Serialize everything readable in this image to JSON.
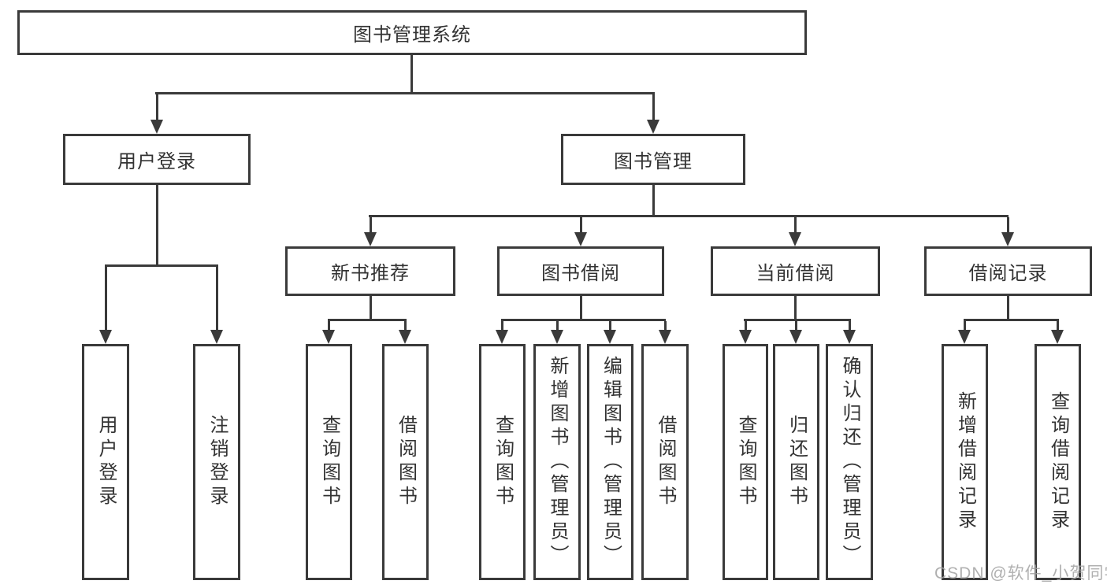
{
  "diagram_title": "图书管理系统",
  "nodes": {
    "root": {
      "label": "图书管理系统"
    },
    "level2": [
      {
        "id": "user-login",
        "label": "用户登录"
      },
      {
        "id": "book-management",
        "label": "图书管理"
      }
    ],
    "level3": [
      {
        "id": "new-book-recommend",
        "label": "新书推荐",
        "parent": "图书管理"
      },
      {
        "id": "book-borrowing",
        "label": "图书借阅",
        "parent": "图书管理"
      },
      {
        "id": "current-borrowing",
        "label": "当前借阅",
        "parent": "图书管理"
      },
      {
        "id": "borrowing-records",
        "label": "借阅记录",
        "parent": "图书管理"
      }
    ],
    "leaves": [
      {
        "id": "leaf-user-login",
        "label": "用户登录",
        "parent": "用户登录"
      },
      {
        "id": "leaf-logout",
        "label": "注销登录",
        "parent": "用户登录"
      },
      {
        "id": "leaf-query-books-recommend",
        "label": "查询图书",
        "parent": "新书推荐"
      },
      {
        "id": "leaf-borrow-books-recommend",
        "label": "借阅图书",
        "parent": "新书推荐"
      },
      {
        "id": "leaf-query-books-borrowing",
        "label": "查询图书",
        "parent": "图书借阅"
      },
      {
        "id": "leaf-add-books-admin",
        "label": "新增图书（管理员）",
        "parent": "图书借阅"
      },
      {
        "id": "leaf-edit-books-admin",
        "label": "编辑图书（管理员）",
        "parent": "图书借阅"
      },
      {
        "id": "leaf-borrow-books-borrowing",
        "label": "借阅图书",
        "parent": "图书借阅"
      },
      {
        "id": "leaf-query-books-current",
        "label": "查询图书",
        "parent": "当前借阅"
      },
      {
        "id": "leaf-return-books",
        "label": "归还图书",
        "parent": "当前借阅"
      },
      {
        "id": "leaf-confirm-return-admin",
        "label": "确认归还（管理员）",
        "parent": "当前借阅"
      },
      {
        "id": "leaf-add-borrow-record",
        "label": "新增借阅记录",
        "parent": "借阅记录"
      },
      {
        "id": "leaf-query-borrow-record",
        "label": "查询借阅记录",
        "parent": "借阅记录"
      }
    ]
  },
  "watermark": "CSDN @软件_小贺同学",
  "colors": {
    "line": "#3a3a3a",
    "text": "#333333",
    "background": "#ffffff",
    "watermark": "#a3a3a3"
  }
}
